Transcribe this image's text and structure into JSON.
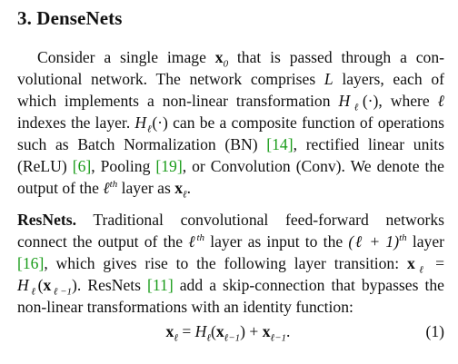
{
  "section": {
    "heading": "3. DenseNets"
  },
  "p1": {
    "t1": "Consider a single image ",
    "x0": "x",
    "x0_sub": "0",
    "t2": " that is passed through a con­volutional network. The network comprises ",
    "L": "L",
    "t3": " layers, each of which implements a non-linear transformation ",
    "H": "H",
    "ell": "ℓ",
    "args": "(·)",
    "t4": ", where ",
    "ell2": "ℓ",
    "t5": " indexes the layer. ",
    "H2": "H",
    "ell3": "ℓ",
    "args2": "(·)",
    "t6": " can be a composite func­tion of operations such as Batch Normalization (BN) ",
    "c1": "[14]",
    "t7": ", rectified linear units (ReLU) ",
    "c2": "[6]",
    "t8": ", Pooling ",
    "c3": "[19]",
    "t9": ", or Convolu­tion (Conv). We denote the output of the ",
    "ellth": "ℓ",
    "th": "th",
    "t10": " layer as ",
    "xl": "x",
    "xl_sub": "ℓ",
    "t11": "."
  },
  "p2": {
    "runin": "ResNets.",
    "t1": " Traditional convolutional feed-forward net­works connect the output of the ",
    "ellth": "ℓ",
    "th": "th",
    "t2": " layer as input to the ",
    "lp1": "(ℓ + 1)",
    "th2": "th",
    "t3": " layer ",
    "c1": "[16]",
    "t4": ", which gives rise to the following layer transition: ",
    "xl": "x",
    "xl_sub": "ℓ",
    "eqsign": " = ",
    "H": "H",
    "H_sub": "ℓ",
    "arg_open": "(",
    "xm": "x",
    "xm_sub": "ℓ−1",
    "arg_close": ")",
    "t5": ". ResNets ",
    "c2": "[11]",
    "t6": " add a skip-connection that bypasses the non-linear transforma­tions with an identity function:"
  },
  "equation": {
    "lhs": "x",
    "lhs_sub": "ℓ",
    "eq": " = ",
    "H": "H",
    "H_sub": "ℓ",
    "open": "(",
    "x1": "x",
    "x1_sub": "ℓ−1",
    "close": ") + ",
    "x2": "x",
    "x2_sub": "ℓ−1",
    "end": ".",
    "number": "(1)"
  },
  "colors": {
    "citation": "#1a9c1a",
    "text": "#111111"
  }
}
